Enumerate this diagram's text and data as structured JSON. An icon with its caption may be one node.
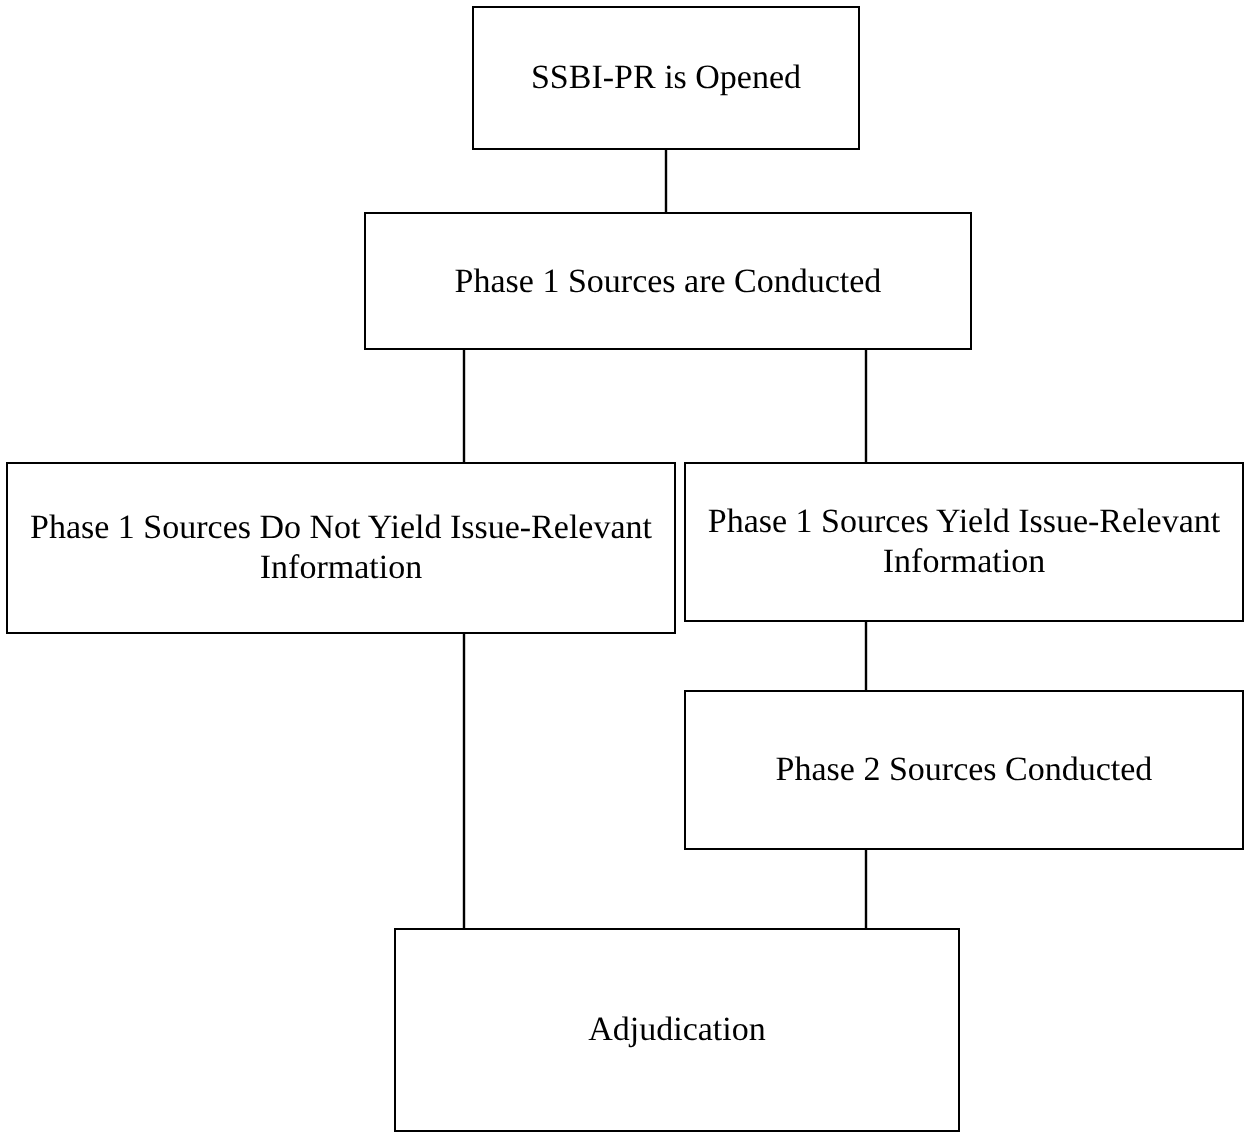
{
  "diagram": {
    "nodes": [
      {
        "text": [
          "SSBI-PR is Opened"
        ]
      },
      {
        "text": [
          "Phase 1 Sources are Conducted"
        ]
      },
      {
        "text": [
          "Phase 1 Sources Do Not Yield Issue-Relevant Information"
        ]
      },
      {
        "text": [
          "Phase 1 Sources Yield Issue-Relevant Information"
        ]
      },
      {
        "text": [
          "Phase 2 Sources Conducted"
        ]
      },
      {
        "text": [
          "Adjudication"
        ]
      }
    ],
    "edges": [
      {
        "from": 0,
        "to": 1,
        "arrow": "none"
      },
      {
        "from": 1,
        "to": 2,
        "arrow": "none"
      },
      {
        "from": 1,
        "to": 3,
        "arrow": "none"
      },
      {
        "from": 3,
        "to": 4,
        "arrow": "none"
      },
      {
        "from": 2,
        "to": 5,
        "arrow": "none"
      },
      {
        "from": 4,
        "to": 5,
        "arrow": "none"
      }
    ]
  }
}
